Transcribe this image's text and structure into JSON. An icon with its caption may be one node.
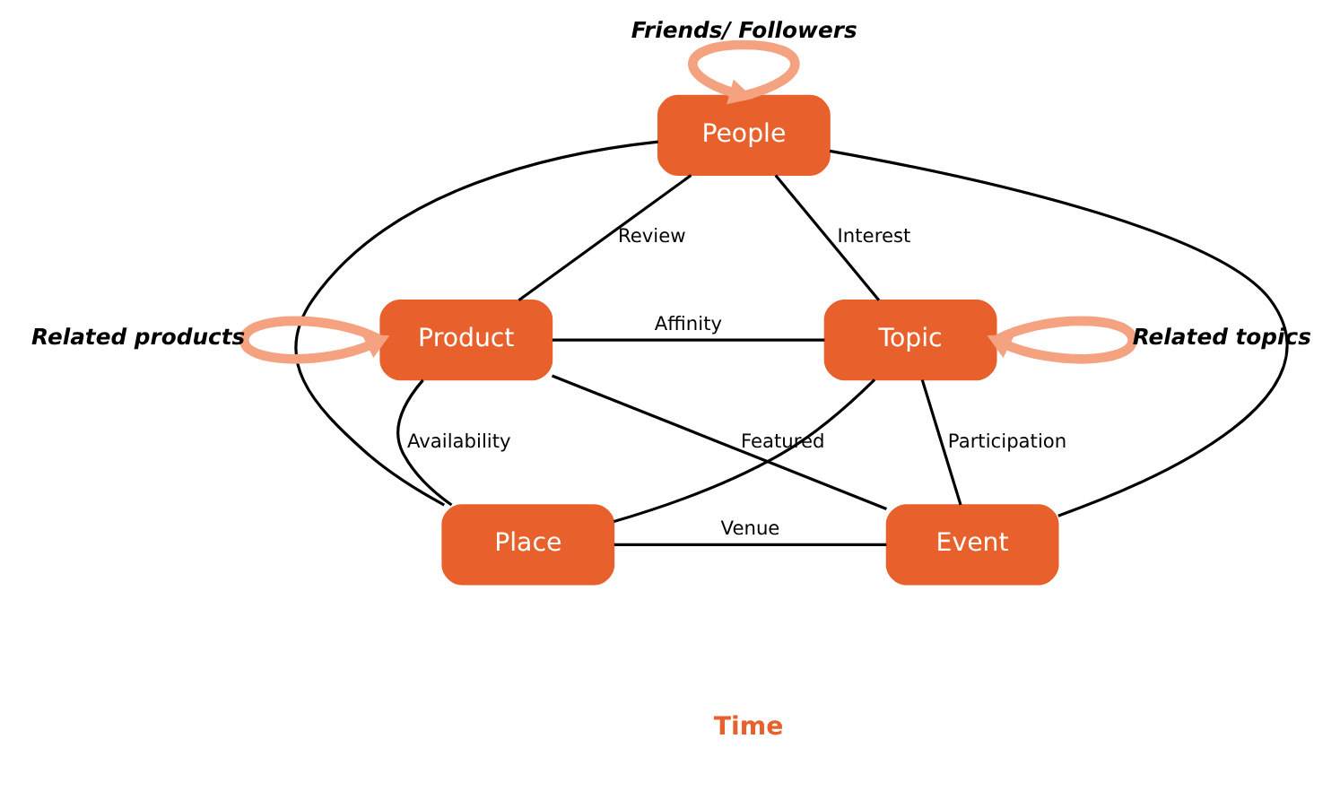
{
  "diagram": {
    "nodes": [
      {
        "text": [
          "People"
        ]
      },
      {
        "text": [
          "Product"
        ]
      },
      {
        "text": [
          "Topic"
        ]
      },
      {
        "text": [
          "Place"
        ]
      },
      {
        "text": [
          "Event"
        ]
      }
    ],
    "edges": [
      {
        "from": 0,
        "to": 0,
        "arrow": "to",
        "label": "Friends/ Followers",
        "style": "thick",
        "color": "#f4a27f"
      },
      {
        "from": 1,
        "to": 1,
        "arrow": "to",
        "label": "Related products",
        "style": "thick",
        "color": "#f4a27f"
      },
      {
        "from": 2,
        "to": 2,
        "arrow": "to",
        "label": "Related topics",
        "style": "thick",
        "color": "#f4a27f"
      },
      {
        "from": 0,
        "to": 1,
        "arrow": "none",
        "label": "Review"
      },
      {
        "from": 0,
        "to": 2,
        "arrow": "none",
        "label": "Interest"
      },
      {
        "from": 1,
        "to": 2,
        "arrow": "none",
        "label": "Affinity"
      },
      {
        "from": 0,
        "to": 3,
        "arrow": "none"
      },
      {
        "from": 0,
        "to": 4,
        "arrow": "none"
      },
      {
        "from": 1,
        "to": 4,
        "arrow": "none",
        "label": "Featured"
      },
      {
        "from": 2,
        "to": 3,
        "arrow": "none"
      },
      {
        "from": 1,
        "to": 3,
        "arrow": "none",
        "label": "Availability"
      },
      {
        "from": 2,
        "to": 4,
        "arrow": "none",
        "label": "Participation"
      },
      {
        "from": 3,
        "to": 4,
        "arrow": "none",
        "label": "Venue"
      }
    ],
    "labels": [
      "Time"
    ]
  }
}
